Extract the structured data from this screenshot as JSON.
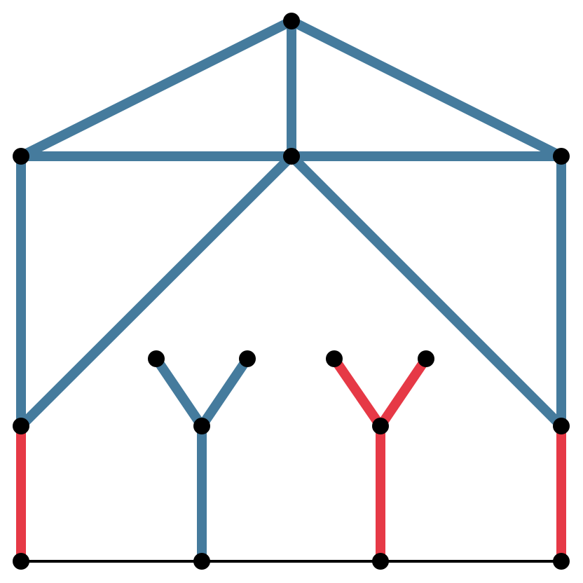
{
  "colors": {
    "background": "#ffffff",
    "blue_edge": "#457b9d",
    "red_edge": "#e63946",
    "black_edge": "#000000",
    "node": "#000000"
  },
  "nodes": [
    {
      "id": "apex"
    },
    {
      "id": "left-top"
    },
    {
      "id": "center"
    },
    {
      "id": "right-top"
    },
    {
      "id": "left-mid"
    },
    {
      "id": "right-mid"
    },
    {
      "id": "y1-left-leaf"
    },
    {
      "id": "y1-right-leaf"
    },
    {
      "id": "y1-joint"
    },
    {
      "id": "y2-left-leaf"
    },
    {
      "id": "y2-right-leaf"
    },
    {
      "id": "y2-joint"
    },
    {
      "id": "base-1"
    },
    {
      "id": "base-2"
    },
    {
      "id": "base-3"
    },
    {
      "id": "base-4"
    }
  ],
  "edges": [
    {
      "from": "apex",
      "to": "left-top",
      "color": "blue"
    },
    {
      "from": "apex",
      "to": "right-top",
      "color": "blue"
    },
    {
      "from": "apex",
      "to": "center",
      "color": "blue"
    },
    {
      "from": "left-top",
      "to": "center",
      "color": "blue"
    },
    {
      "from": "center",
      "to": "right-top",
      "color": "blue"
    },
    {
      "from": "left-top",
      "to": "left-mid",
      "color": "blue"
    },
    {
      "from": "right-top",
      "to": "right-mid",
      "color": "blue"
    },
    {
      "from": "center",
      "to": "left-mid",
      "color": "blue"
    },
    {
      "from": "center",
      "to": "right-mid",
      "color": "blue"
    },
    {
      "from": "y1-left-leaf",
      "to": "y1-joint",
      "color": "blue"
    },
    {
      "from": "y1-right-leaf",
      "to": "y1-joint",
      "color": "blue"
    },
    {
      "from": "y1-joint",
      "to": "base-2",
      "color": "blue"
    },
    {
      "from": "y2-left-leaf",
      "to": "y2-joint",
      "color": "red"
    },
    {
      "from": "y2-right-leaf",
      "to": "y2-joint",
      "color": "red"
    },
    {
      "from": "y2-joint",
      "to": "base-3",
      "color": "red"
    },
    {
      "from": "left-mid",
      "to": "base-1",
      "color": "red"
    },
    {
      "from": "right-mid",
      "to": "base-4",
      "color": "red"
    },
    {
      "from": "base-1",
      "to": "base-2",
      "color": "black"
    },
    {
      "from": "base-2",
      "to": "base-3",
      "color": "black"
    },
    {
      "from": "base-3",
      "to": "base-4",
      "color": "black"
    }
  ]
}
